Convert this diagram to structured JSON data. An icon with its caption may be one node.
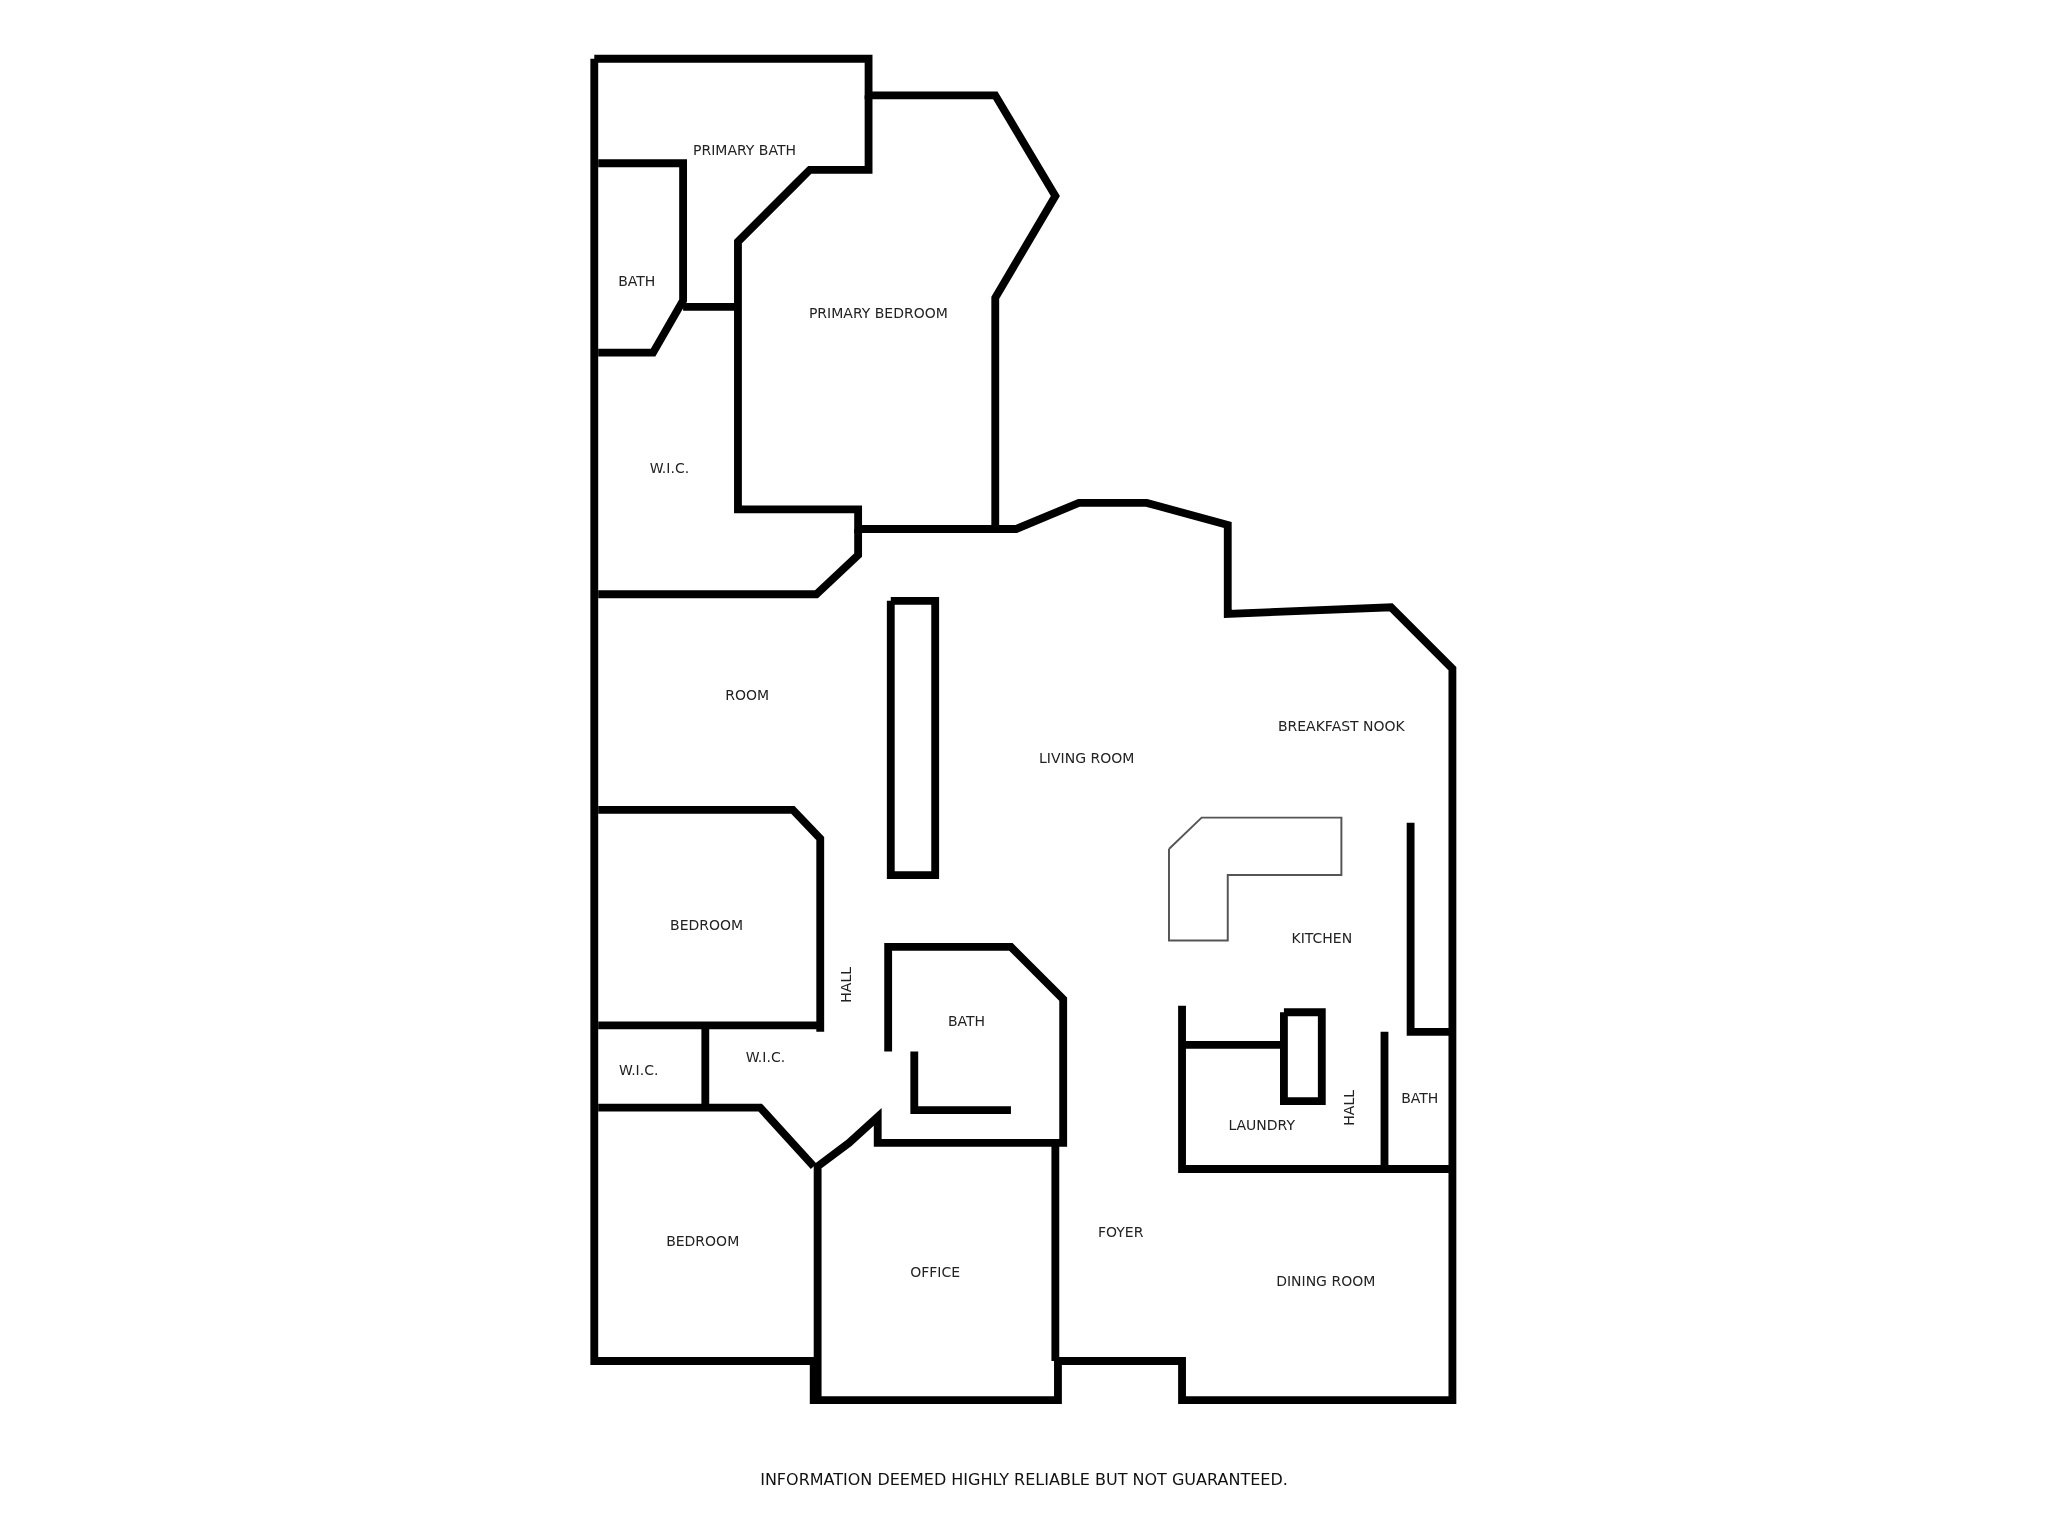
{
  "diagram": {
    "nodes": [
      {
        "text": [
          "PRIMARY BATH"
        ]
      },
      {
        "text": [
          "BATH"
        ]
      },
      {
        "text": [
          "PRIMARY BEDROOM"
        ]
      },
      {
        "text": [
          "W.I.C."
        ]
      },
      {
        "text": [
          "ROOM"
        ]
      },
      {
        "text": [
          "LIVING ROOM"
        ]
      },
      {
        "text": [
          "BREAKFAST NOOK"
        ]
      },
      {
        "text": [
          "KITCHEN"
        ]
      },
      {
        "text": [
          "BEDROOM"
        ]
      },
      {
        "text": [
          "HALL"
        ]
      },
      {
        "text": [
          "BATH"
        ]
      },
      {
        "text": [
          "W.I.C."
        ]
      },
      {
        "text": [
          "W.I.C."
        ]
      },
      {
        "text": [
          "LAUNDRY"
        ]
      },
      {
        "text": [
          "HALL"
        ]
      },
      {
        "text": [
          "BATH"
        ]
      },
      {
        "text": [
          "BEDROOM"
        ]
      },
      {
        "text": [
          "OFFICE"
        ]
      },
      {
        "text": [
          "FOYER"
        ]
      },
      {
        "text": [
          "DINING ROOM"
        ]
      }
    ],
    "labels": [
      "INFORMATION DEEMED HIGHLY RELIABLE BUT NOT GUARANTEED."
    ]
  }
}
